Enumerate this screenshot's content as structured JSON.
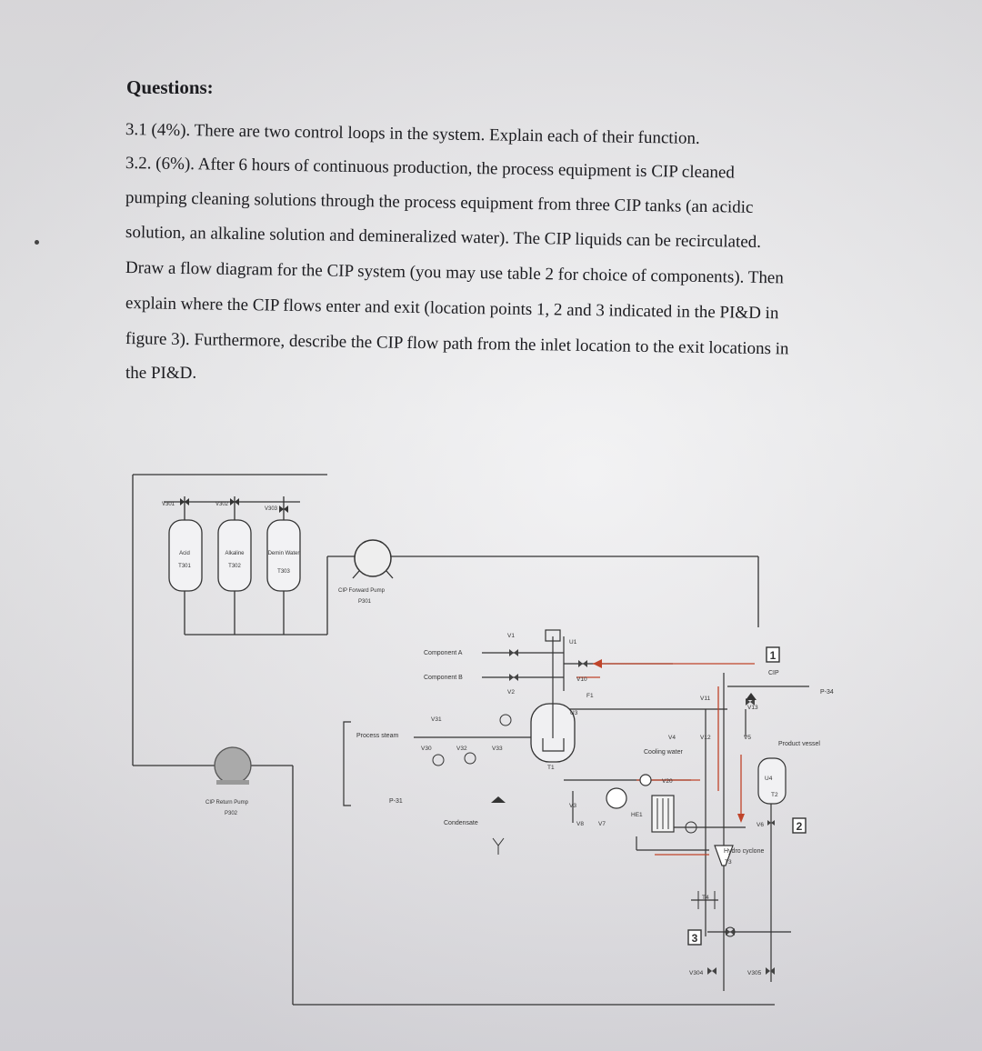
{
  "questions": {
    "heading": "Questions:",
    "lines": [
      "3.1 (4%). There are two control loops in the system. Explain each of their function.",
      "3.2. (6%). After 6 hours of continuous production, the process equipment is CIP cleaned",
      "pumping cleaning solutions through the process equipment from three CIP tanks (an acidic",
      "solution, an alkaline solution and demineralized water). The CIP liquids can be recirculated.",
      "Draw a flow diagram for the CIP system (you may use table 2 for choice of components). Then",
      "explain where the CIP flows enter and exit (location points 1, 2 and 3 indicated in the PI&D in",
      "figure 3). Furthermore, describe the CIP flow path from the inlet location to the exit locations in",
      "the PI&D."
    ]
  },
  "diagram": {
    "tanks": [
      {
        "valve": "V301",
        "name": "Acid",
        "tag": "T301"
      },
      {
        "valve": "V302",
        "name": "Alkaline",
        "tag": "T302"
      },
      {
        "valve": "V303",
        "name": "Demin Water",
        "tag": "T303"
      }
    ],
    "forward_pump": {
      "name": "CIP Forward Pump",
      "tag": "P301"
    },
    "return_pump": {
      "name": "CIP Return Pump",
      "tag": "P302"
    },
    "labels": {
      "component_a": "Component A",
      "component_b": "Component B",
      "process_steam": "Process steam",
      "condensate": "Condensate",
      "cooling_water": "Cooling water",
      "product_vessel": "Product vessel",
      "hydro_cyclone": "Hydro cyclone",
      "cip": "CIP",
      "p31": "P-31",
      "p34": "P-34"
    },
    "valve_tags": [
      "V1",
      "V2",
      "V10",
      "V31",
      "V30",
      "V32",
      "V33",
      "V3",
      "V8",
      "V7",
      "V4",
      "V20",
      "V11",
      "V12",
      "V13",
      "V5",
      "V6",
      "V304",
      "V305"
    ],
    "equipment_tags": [
      "U1",
      "F1",
      "T1",
      "U3",
      "HE1",
      "T2",
      "T3",
      "T4",
      "U4"
    ],
    "location_points": [
      "1",
      "2",
      "3"
    ]
  }
}
